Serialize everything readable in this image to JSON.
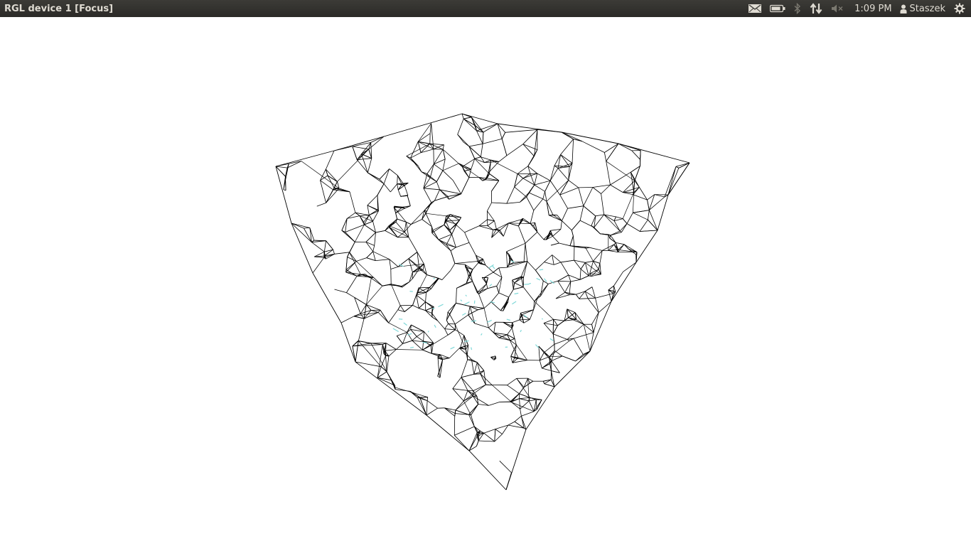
{
  "window": {
    "title": "RGL device 1 [Focus]"
  },
  "panel": {
    "indicators": [
      {
        "name": "mail-icon"
      },
      {
        "name": "battery-icon"
      },
      {
        "name": "bluetooth-icon"
      },
      {
        "name": "network-icon"
      },
      {
        "name": "sound-muted-icon"
      }
    ],
    "clock": "1:09 PM",
    "user": "Staszek",
    "session_icon": "gear-icon"
  },
  "scene": {
    "object": "wireframe-mesh",
    "line_color": "#000000",
    "accent_color": "#7fd8d8",
    "background": "#ffffff"
  },
  "colors": {
    "panel_bg": "#3c3b37",
    "panel_text": "#dfdbd2"
  }
}
